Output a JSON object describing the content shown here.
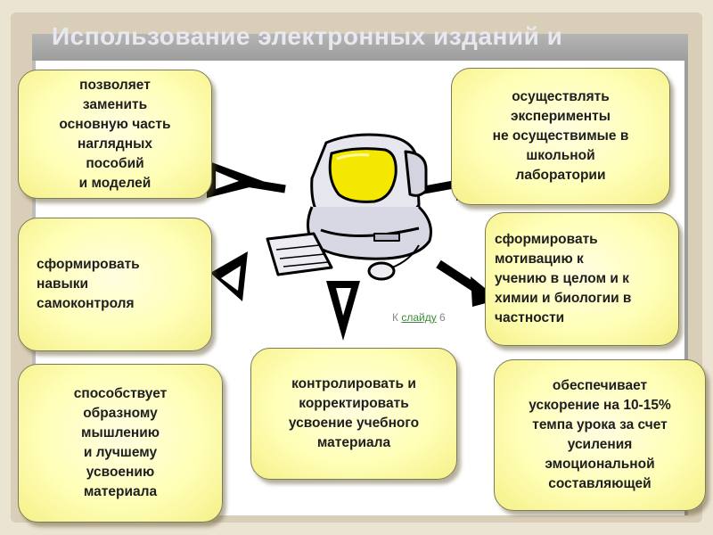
{
  "slide": {
    "title": "Использование электронных изданий и",
    "link_prefix": "К ",
    "link_text": "слайду",
    "link_suffix": " 6"
  },
  "boxes": {
    "top_left": "позволяет\nзаменить\nосновную часть\nнаглядных\nпособий\nи моделей",
    "top_right": "осуществлять\nэксперименты\nне осуществимые в\nшкольной\nлаборатории",
    "mid_left": "сформировать\nнавыки\nсамоконтроля",
    "mid_right": "сформировать\nмотивацию к\nучению в целом и к\nхимии и биологии в\nчастности",
    "bottom_left": "способствует\nобразному\nмышлению\nи лучшему\nусвоению\nматериала",
    "bottom_center": "контролировать и\nкорректировать\nусвоение учебного\nматериала",
    "bottom_right": "обеспечивает\nускорение на 10-15%\nтемпа урока за счет\nусиления\nэмоциональной\nсоставляющей"
  },
  "icons": {
    "center": "computer-icon"
  },
  "colors": {
    "box_fill": "#ffffb8",
    "screen_yellow": "#f5e800",
    "title_text": "#e8e8ee",
    "link_green": "#3a8a3a"
  }
}
